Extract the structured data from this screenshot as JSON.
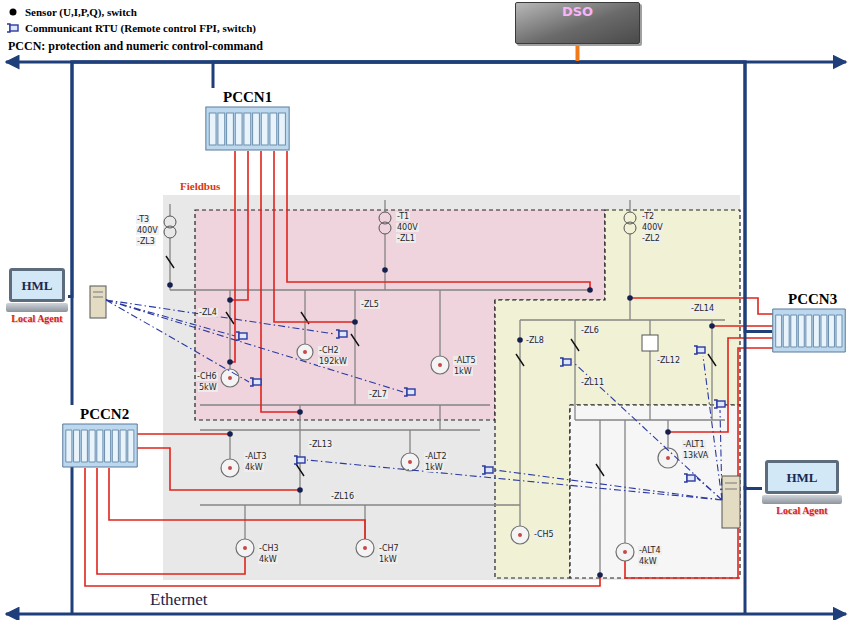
{
  "diagram": {
    "nodes": [
      {
        "text": [
          "DSO"
        ]
      },
      {
        "text": [
          "PCCN1"
        ]
      },
      {
        "text": [
          "HML",
          "Local Agent"
        ]
      },
      {
        "text": [
          "PCCN3"
        ]
      },
      {
        "text": [
          "PCCN2"
        ]
      },
      {
        "text": [
          "HML",
          "Local Agent"
        ]
      }
    ],
    "edges": [
      {
        "from": 0,
        "to": 1,
        "arrow": "none"
      },
      {
        "from": 0,
        "to": 2,
        "arrow": "none"
      },
      {
        "from": 0,
        "to": 3,
        "arrow": "none"
      },
      {
        "from": 0,
        "to": 4,
        "arrow": "none"
      },
      {
        "from": 0,
        "to": 5,
        "arrow": "none"
      }
    ],
    "labels": [
      "PCCN: protection and numeric control-command",
      "Fieldbus",
      "-T3",
      "400V",
      "-ZL3",
      "-T1",
      "400V",
      "-ZL1",
      "-T2",
      "400V",
      "-ZL2",
      "-ZL4",
      "-ZL5",
      "-ZL6",
      "-ZL8",
      "-ZL11",
      "-ZL12",
      "-ZL14",
      "-CH6",
      "5kW",
      "-CH2",
      "192kW",
      "-ZL7",
      "-ALT5",
      "1kW",
      "-ALT3",
      "4kW",
      "-ZL13",
      "-ALT2",
      "1kW",
      "-ZL16",
      "-CH3",
      "4kW",
      "-CH7",
      "1kW",
      "-CH5",
      "-ALT1",
      "13kVA",
      "-ALT4",
      "4kW",
      "Ethernet"
    ],
    "legend": [
      {
        "text": "Sensor (U,I,P,Q), switch"
      },
      {
        "text": "Communicant RTU (Remote control FPI, switch)"
      }
    ]
  }
}
